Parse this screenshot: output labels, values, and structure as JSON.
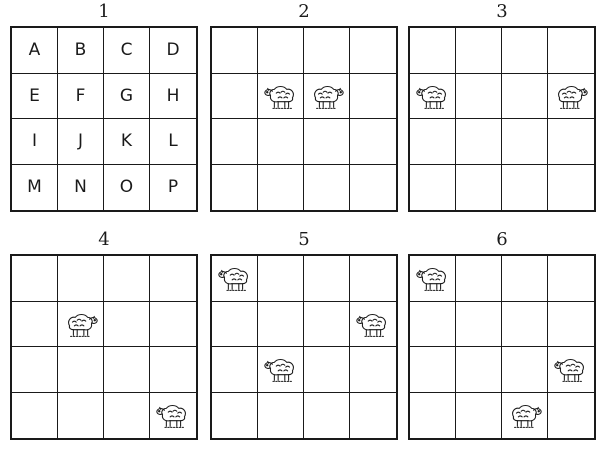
{
  "letters": [
    "A",
    "B",
    "C",
    "D",
    "E",
    "F",
    "G",
    "H",
    "I",
    "J",
    "K",
    "L",
    "M",
    "N",
    "O",
    "P"
  ],
  "panels": [
    {
      "number": "1",
      "sheep": []
    },
    {
      "number": "2",
      "sheep": [
        {
          "cell": "F",
          "facing": "left"
        },
        {
          "cell": "G",
          "facing": "right"
        }
      ]
    },
    {
      "number": "3",
      "sheep": [
        {
          "cell": "E",
          "facing": "left"
        },
        {
          "cell": "H",
          "facing": "right"
        }
      ]
    },
    {
      "number": "4",
      "sheep": [
        {
          "cell": "F",
          "facing": "right"
        },
        {
          "cell": "P",
          "facing": "left"
        }
      ]
    },
    {
      "number": "5",
      "sheep": [
        {
          "cell": "A",
          "facing": "left"
        },
        {
          "cell": "H",
          "facing": "left"
        },
        {
          "cell": "J",
          "facing": "left"
        }
      ]
    },
    {
      "number": "6",
      "sheep": [
        {
          "cell": "A",
          "facing": "left"
        },
        {
          "cell": "L",
          "facing": "left"
        },
        {
          "cell": "O",
          "facing": "right"
        }
      ]
    }
  ],
  "icon": "sheep-icon",
  "colors": {
    "ink": "#1a1a1a",
    "paper": "#ffffff"
  }
}
